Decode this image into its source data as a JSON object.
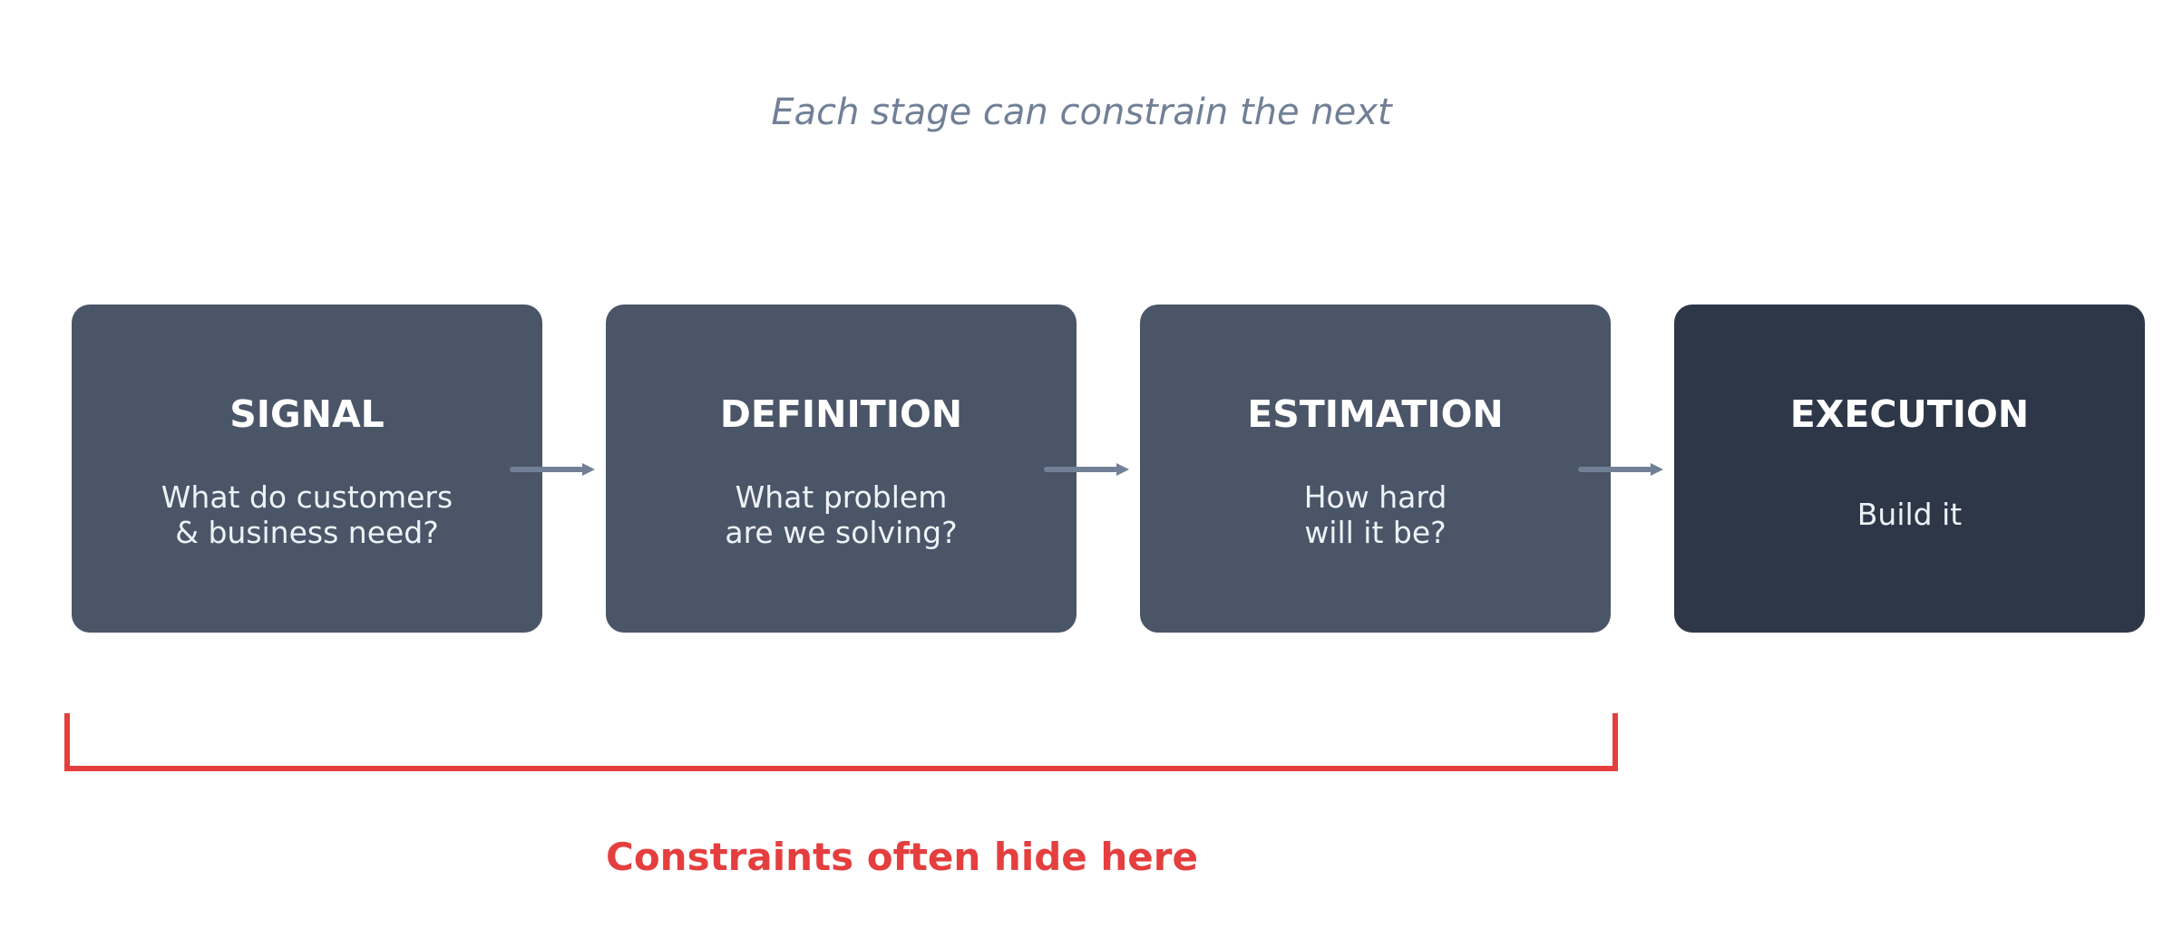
{
  "title": "Each stage can constrain the next",
  "stages": [
    {
      "name": "SIGNAL",
      "description": "What do customers\n& business need?",
      "color": "#4a5568"
    },
    {
      "name": "DEFINITION",
      "description": "What problem\nare we solving?",
      "color": "#4a5568"
    },
    {
      "name": "ESTIMATION",
      "description": "How hard\nwill it be?",
      "color": "#4a5568"
    },
    {
      "name": "EXECUTION",
      "description": "Build it",
      "color": "#2d3748"
    }
  ],
  "arrow_color": "#718096",
  "bracket": {
    "label": "Constraints often hide here",
    "spans": [
      "SIGNAL",
      "DEFINITION",
      "ESTIMATION"
    ],
    "color": "#e53e3e"
  }
}
